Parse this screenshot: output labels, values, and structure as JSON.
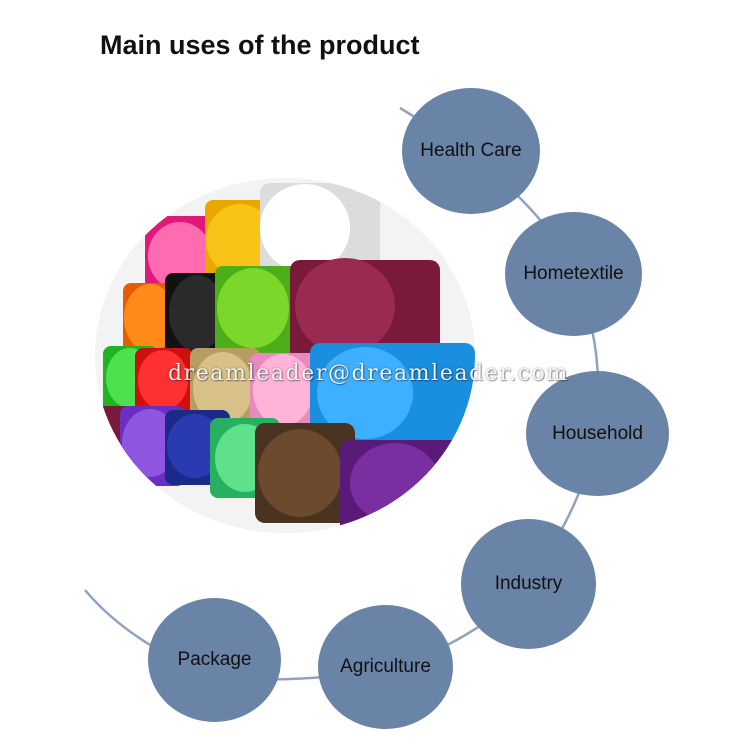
{
  "title": "Main uses of the product",
  "uses": [
    "Health Care",
    "Hometextile",
    "Household",
    "Industry",
    "Agriculture",
    "Package"
  ],
  "watermark": "dreamleader@dreamleader.com",
  "colors": {
    "bubble": "#6984a6",
    "arc": "#8fa3c0",
    "title": "#111111"
  }
}
